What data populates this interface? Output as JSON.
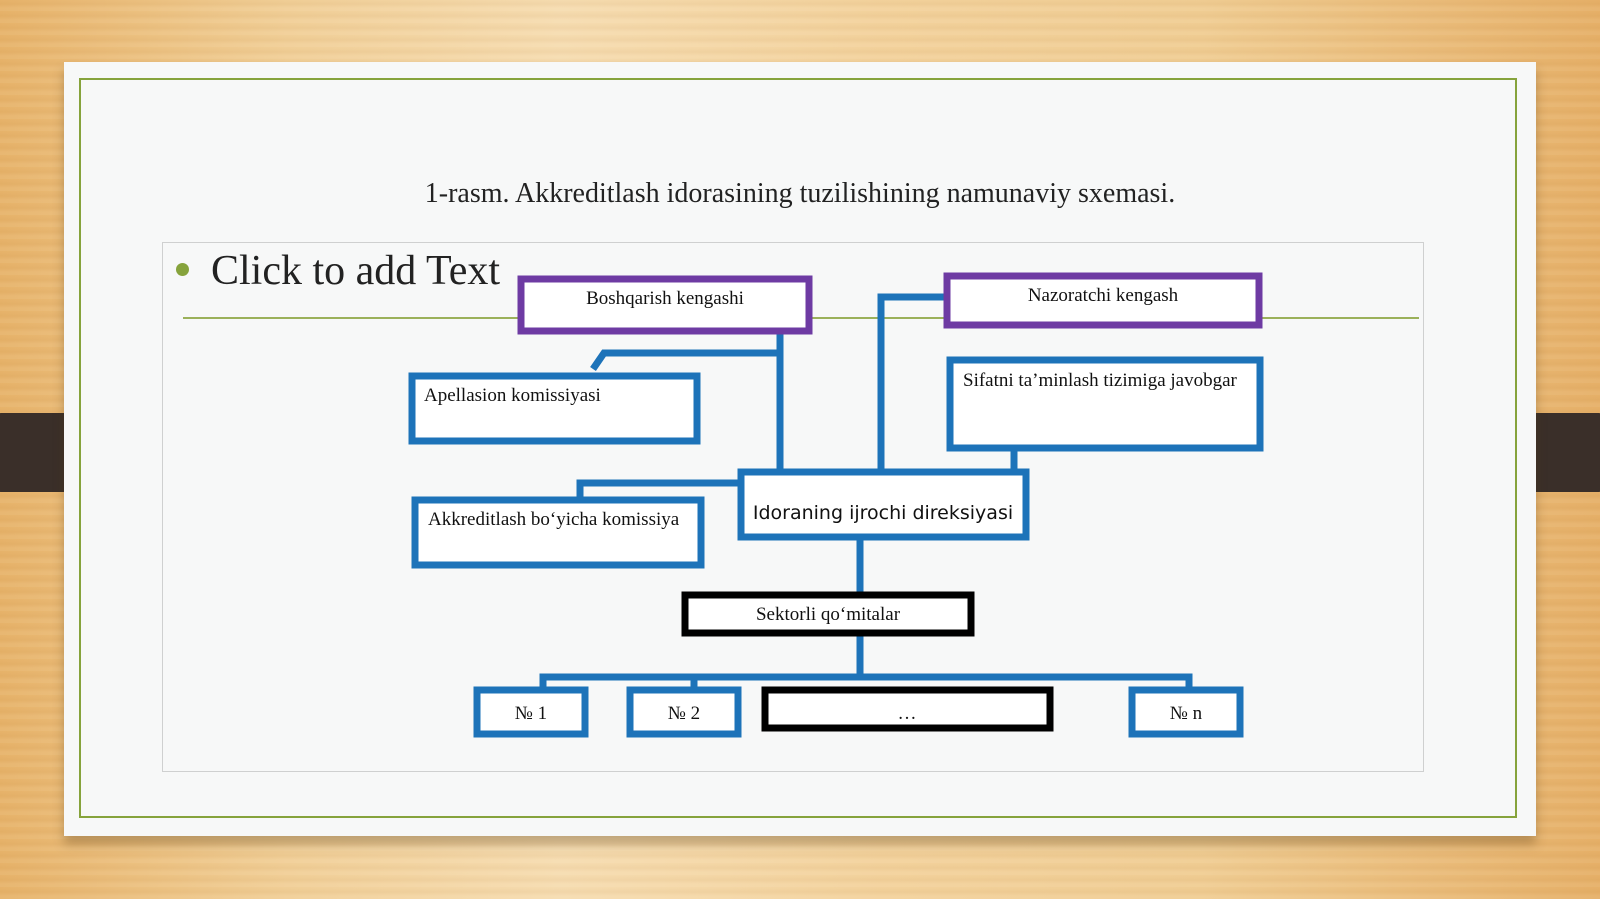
{
  "slide": {
    "caption": "1-rasm. Akkreditlash idorasining tuzilishining namunaviy sxemasi.",
    "placeholder": "Click to add Text"
  },
  "colors": {
    "blue": "#1d73b9",
    "purple": "#6e3ba3",
    "black": "#000000",
    "accent_green": "#86a33c"
  },
  "diagram": {
    "boxes": {
      "boshqarish": "Boshqarish kengashi",
      "nazoratchi": "Nazoratchi kengash",
      "apellasion": "Apellasion komissiyasi",
      "sifat": "Sifatni ta’minlash tizimiga javobgar",
      "akkreditlash": "Akkreditlash bo‘yicha komissiya",
      "ijrochi": "Idoraning ijrochi direksiyasi",
      "sektorli": "Sektorli qo‘mitalar",
      "n1": "№ 1",
      "n2": "№ 2",
      "dots": "…",
      "nn": "№ n"
    }
  }
}
